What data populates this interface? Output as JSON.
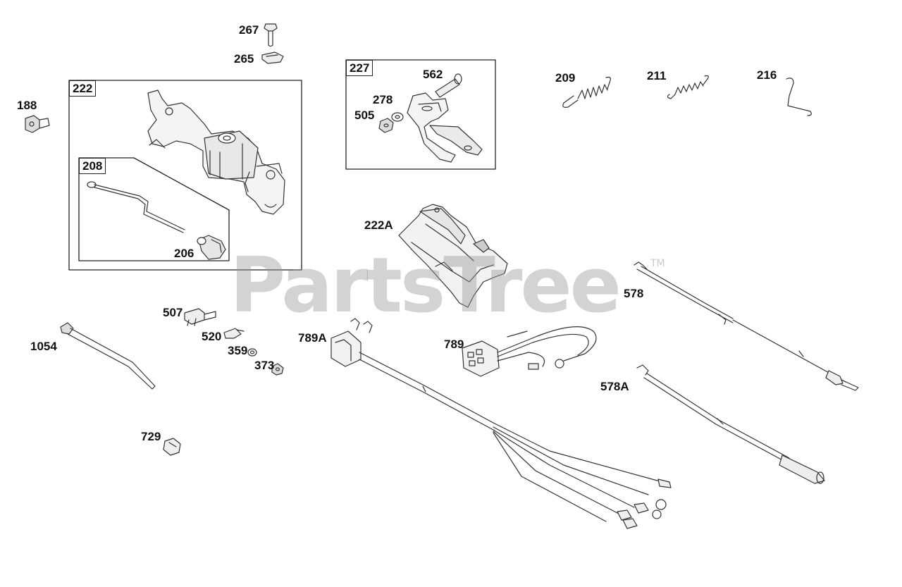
{
  "watermark": {
    "text": "PartsTree",
    "trademark": "TM"
  },
  "boxes": [
    {
      "id": "222",
      "label": "222"
    },
    {
      "id": "208",
      "label": "208"
    },
    {
      "id": "227",
      "label": "227"
    }
  ],
  "labels": {
    "p267": "267",
    "p265": "265",
    "p188": "188",
    "p206": "206",
    "p562": "562",
    "p278": "278",
    "p505": "505",
    "p209": "209",
    "p211": "211",
    "p216": "216",
    "p222A": "222A",
    "p578": "578",
    "p507": "507",
    "p520": "520",
    "p359": "359",
    "p373": "373",
    "p1054": "1054",
    "p789A": "789A",
    "p789": "789",
    "p578A": "578A",
    "p729": "729"
  },
  "colors": {
    "line": "#333333",
    "watermark": "#969696"
  }
}
